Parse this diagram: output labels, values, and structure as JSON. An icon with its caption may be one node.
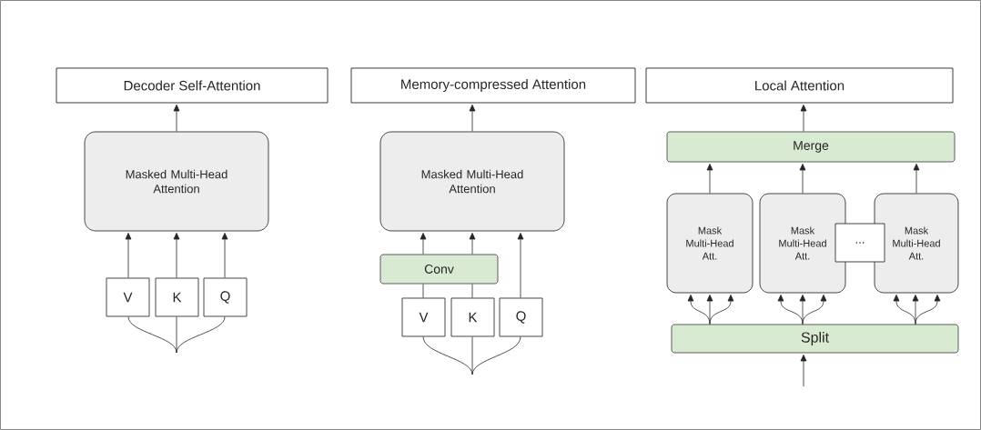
{
  "diagram": {
    "nodes": [
      {
        "text": [
          "Decoder Self-Attention"
        ]
      },
      {
        "text": [
          "Memory-compressed Attention"
        ]
      },
      {
        "text": [
          "Local Attention"
        ]
      },
      {
        "text": [
          "Masked Multi-Head Attention"
        ]
      },
      {
        "text": [
          "V"
        ]
      },
      {
        "text": [
          "K"
        ]
      },
      {
        "text": [
          "Q"
        ]
      },
      {
        "text": [
          "Masked Multi-Head Attention"
        ]
      },
      {
        "text": [
          "Conv"
        ]
      },
      {
        "text": [
          "V"
        ]
      },
      {
        "text": [
          "K"
        ]
      },
      {
        "text": [
          "Q"
        ]
      },
      {
        "text": [
          "Merge"
        ]
      },
      {
        "text": [
          "Mask Multi-Head Att."
        ]
      },
      {
        "text": [
          "Mask Multi-Head Att."
        ]
      },
      {
        "text": [
          "Mask Multi-Head Att."
        ]
      },
      {
        "text": [
          "..."
        ]
      },
      {
        "text": [
          "Split"
        ]
      }
    ],
    "edges": [
      {
        "from": 3,
        "to": 0,
        "arrow": "to"
      },
      {
        "from": 4,
        "to": 3,
        "arrow": "to"
      },
      {
        "from": 5,
        "to": 3,
        "arrow": "to"
      },
      {
        "from": 6,
        "to": 3,
        "arrow": "to"
      },
      {
        "from": null,
        "to": 4,
        "arrow": "none"
      },
      {
        "from": null,
        "to": 5,
        "arrow": "none"
      },
      {
        "from": null,
        "to": 6,
        "arrow": "none"
      },
      {
        "from": 7,
        "to": 1,
        "arrow": "to"
      },
      {
        "from": 9,
        "to": 8,
        "arrow": "none"
      },
      {
        "from": 10,
        "to": 8,
        "arrow": "none"
      },
      {
        "from": 8,
        "to": 7,
        "arrow": "to"
      },
      {
        "from": 8,
        "to": 7,
        "arrow": "to"
      },
      {
        "from": 11,
        "to": 7,
        "arrow": "to"
      },
      {
        "from": null,
        "to": 9,
        "arrow": "none"
      },
      {
        "from": null,
        "to": 10,
        "arrow": "none"
      },
      {
        "from": null,
        "to": 11,
        "arrow": "none"
      },
      {
        "from": 12,
        "to": 2,
        "arrow": "to"
      },
      {
        "from": 13,
        "to": 12,
        "arrow": "to"
      },
      {
        "from": 14,
        "to": 12,
        "arrow": "to"
      },
      {
        "from": 15,
        "to": 12,
        "arrow": "to"
      },
      {
        "from": 17,
        "to": 13,
        "arrow": "to"
      },
      {
        "from": 17,
        "to": 13,
        "arrow": "to"
      },
      {
        "from": 17,
        "to": 13,
        "arrow": "to"
      },
      {
        "from": 17,
        "to": 14,
        "arrow": "to"
      },
      {
        "from": 17,
        "to": 14,
        "arrow": "to"
      },
      {
        "from": 17,
        "to": 14,
        "arrow": "to"
      },
      {
        "from": 17,
        "to": 15,
        "arrow": "to"
      },
      {
        "from": 17,
        "to": 15,
        "arrow": "to"
      },
      {
        "from": 17,
        "to": 15,
        "arrow": "to"
      },
      {
        "from": null,
        "to": 17,
        "arrow": "to"
      }
    ]
  }
}
